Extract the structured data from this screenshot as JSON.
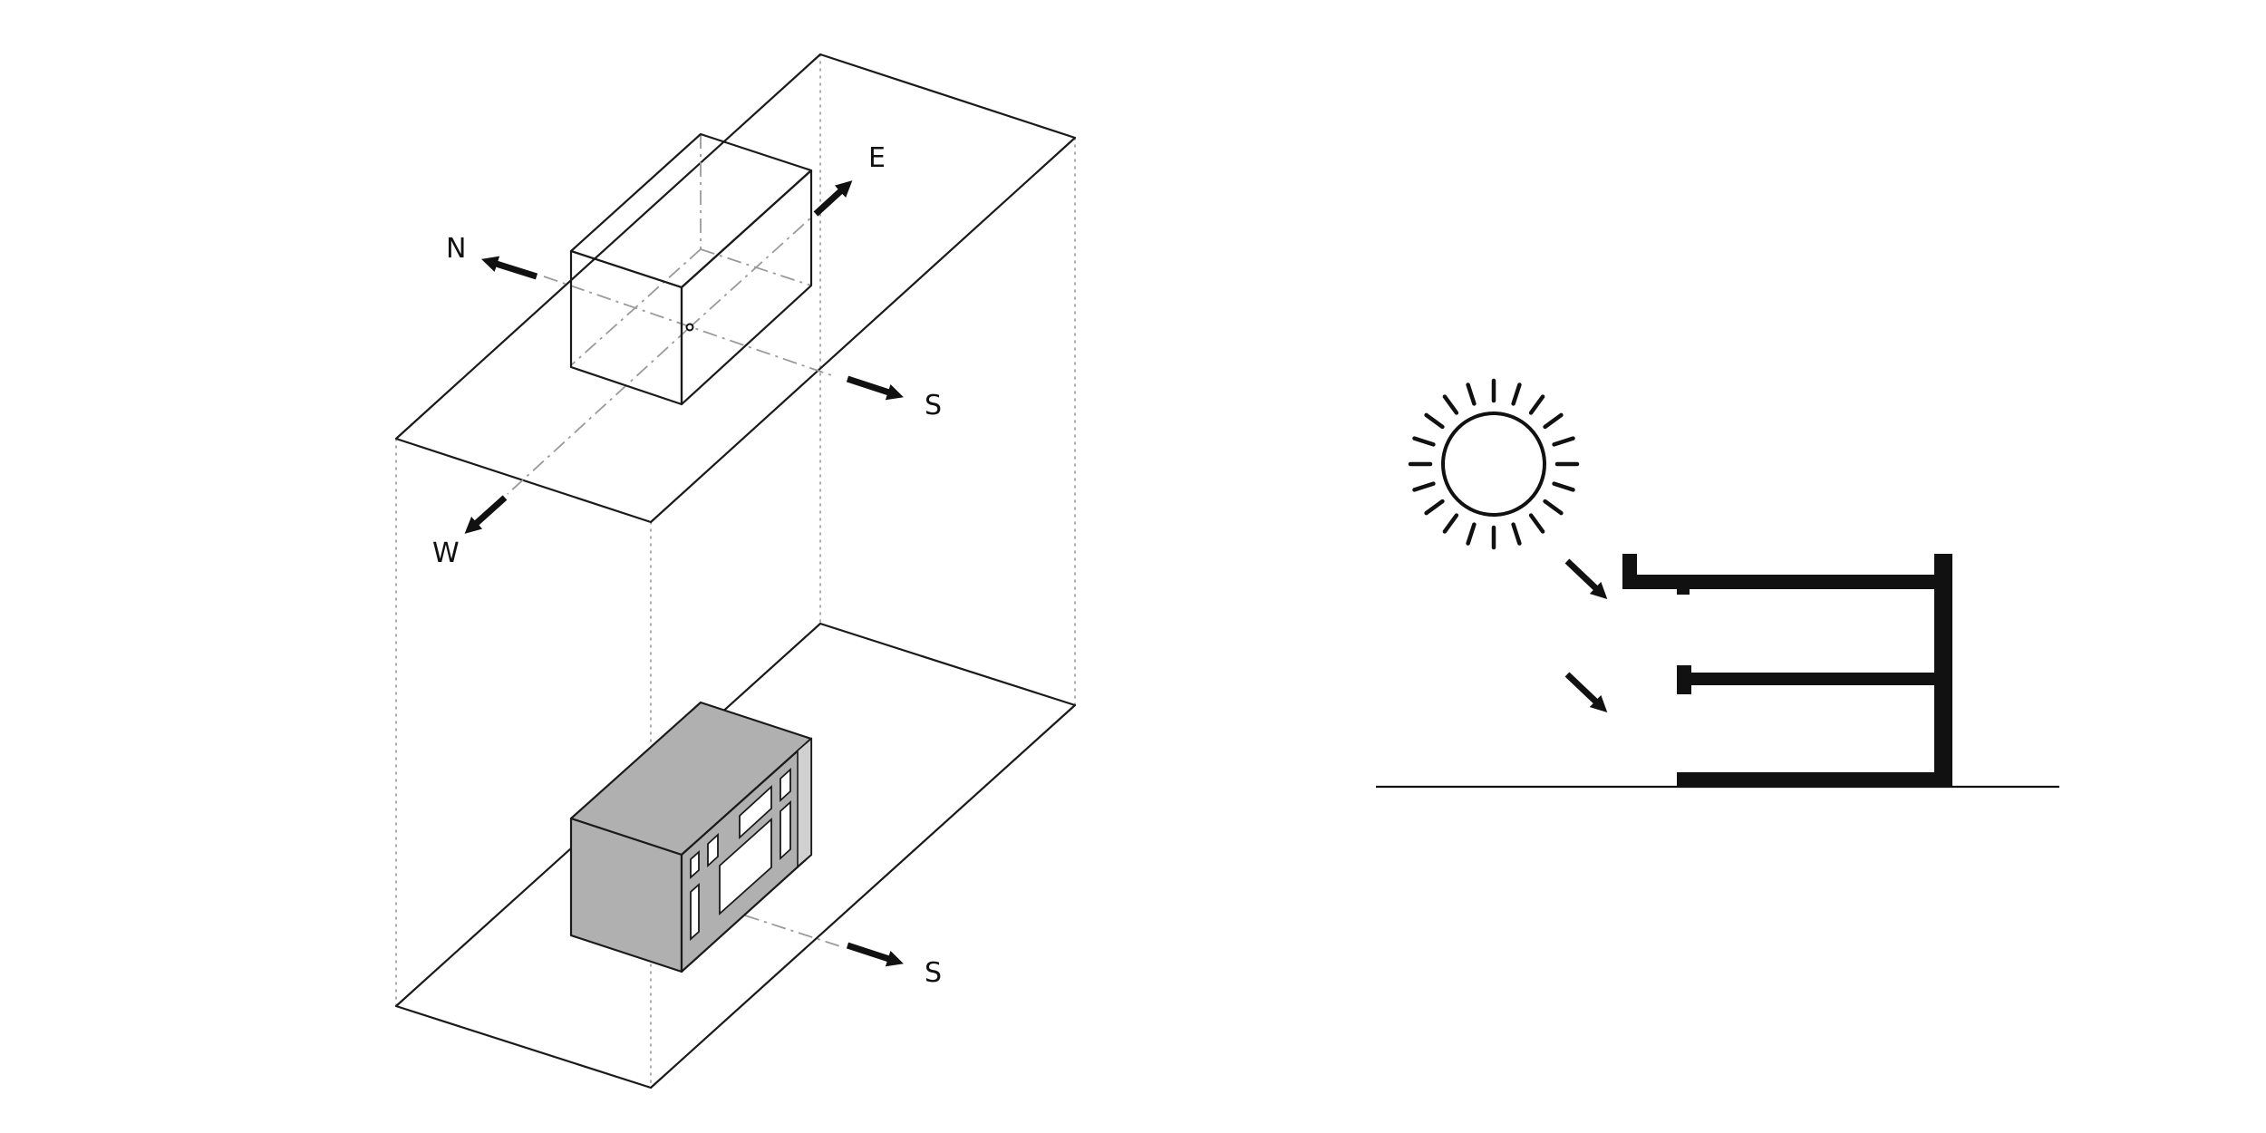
{
  "compass_top": {
    "north": "N",
    "east": "E",
    "south": "S",
    "west": "W"
  },
  "compass_bottom": {
    "south": "S"
  },
  "colors": {
    "line": "#1a1a1a",
    "guide": "#9a9a9a",
    "mass_fill": "#b0b0b0",
    "ink": "#111111"
  }
}
